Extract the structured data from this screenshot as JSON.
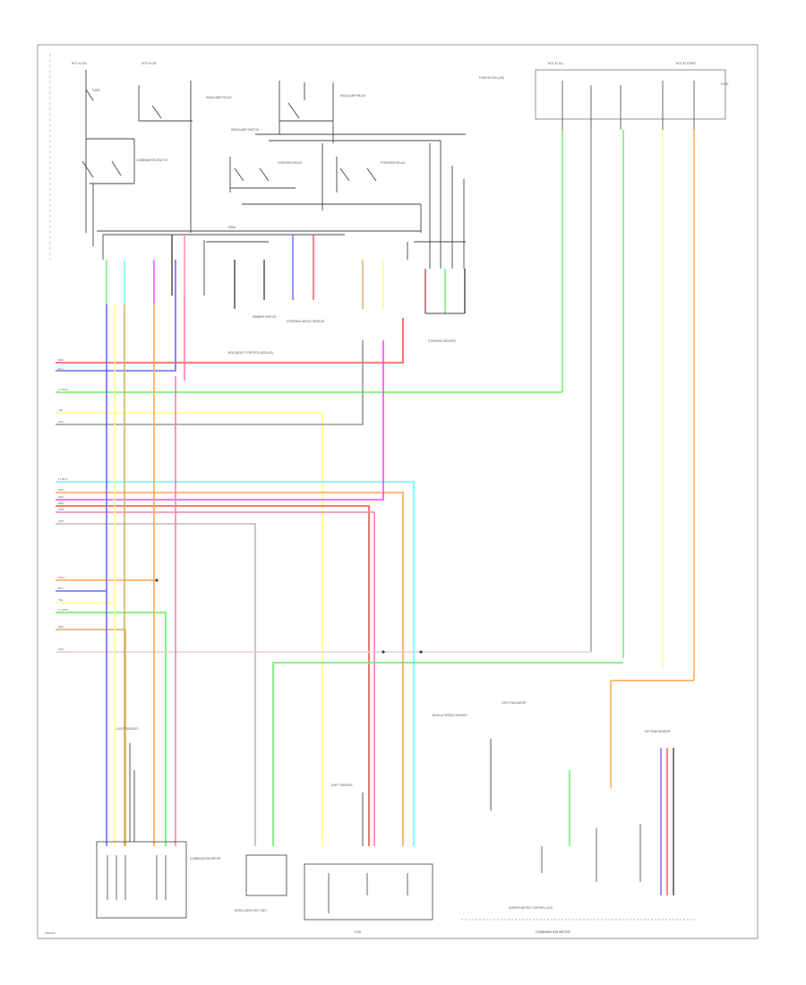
{
  "colors": {
    "red": "#ff4d4d",
    "blue": "#6a6aff",
    "green": "#66ee66",
    "yellow": "#ffff80",
    "orange": "#ffa64d",
    "pink": "#ff7fb0",
    "magenta": "#ff44ff",
    "cyan": "#66ffff",
    "tan": "#d4b060",
    "gray": "#999999",
    "black": "#222222",
    "violet": "#9a6adf"
  },
  "icons": [
    "switch-symbol",
    "connector-pin",
    "splice-dot",
    "ground-symbol"
  ]
}
